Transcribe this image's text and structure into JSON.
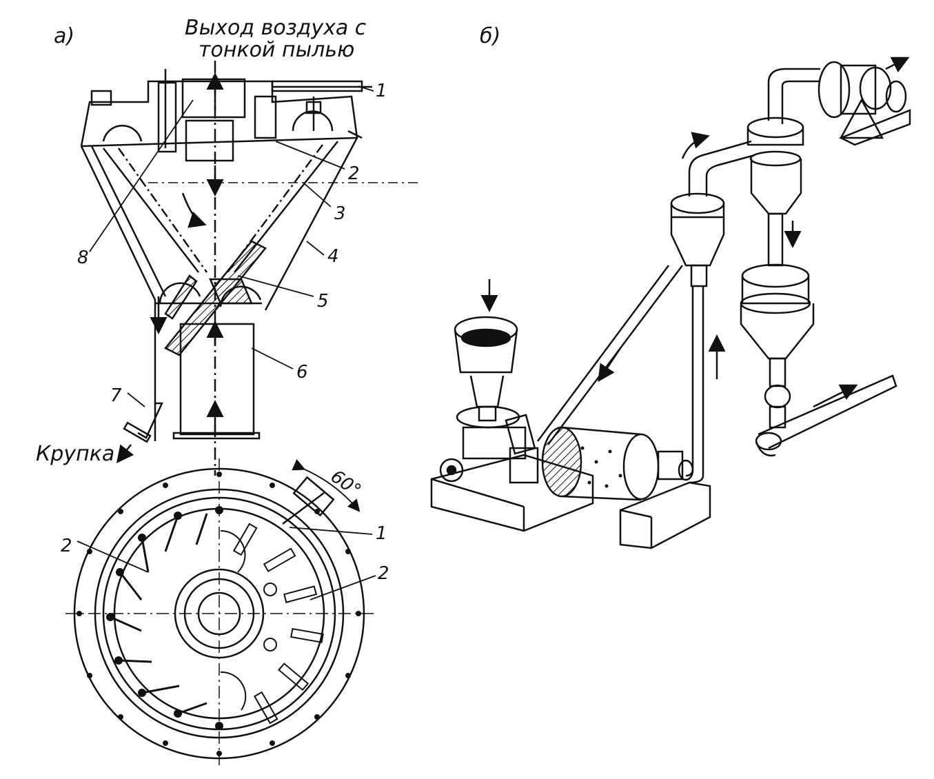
{
  "labels": {
    "panel_a": "а)",
    "panel_b": "б)",
    "air_outlet_line1": "Выход воздуха с",
    "air_outlet_line2": "тонкой пылью",
    "grit_outlet": "Крупка",
    "angle": "60°"
  },
  "callouts_top": {
    "n1": "1",
    "n2": "2",
    "n3": "3",
    "n4": "4",
    "n5": "5",
    "n6": "6",
    "n7": "7",
    "n8": "8"
  },
  "callouts_plan": {
    "n2_left": "2",
    "n1_right": "1",
    "n2_right": "2"
  },
  "colors": {
    "ink": "#111111",
    "paper": "#ffffff"
  }
}
